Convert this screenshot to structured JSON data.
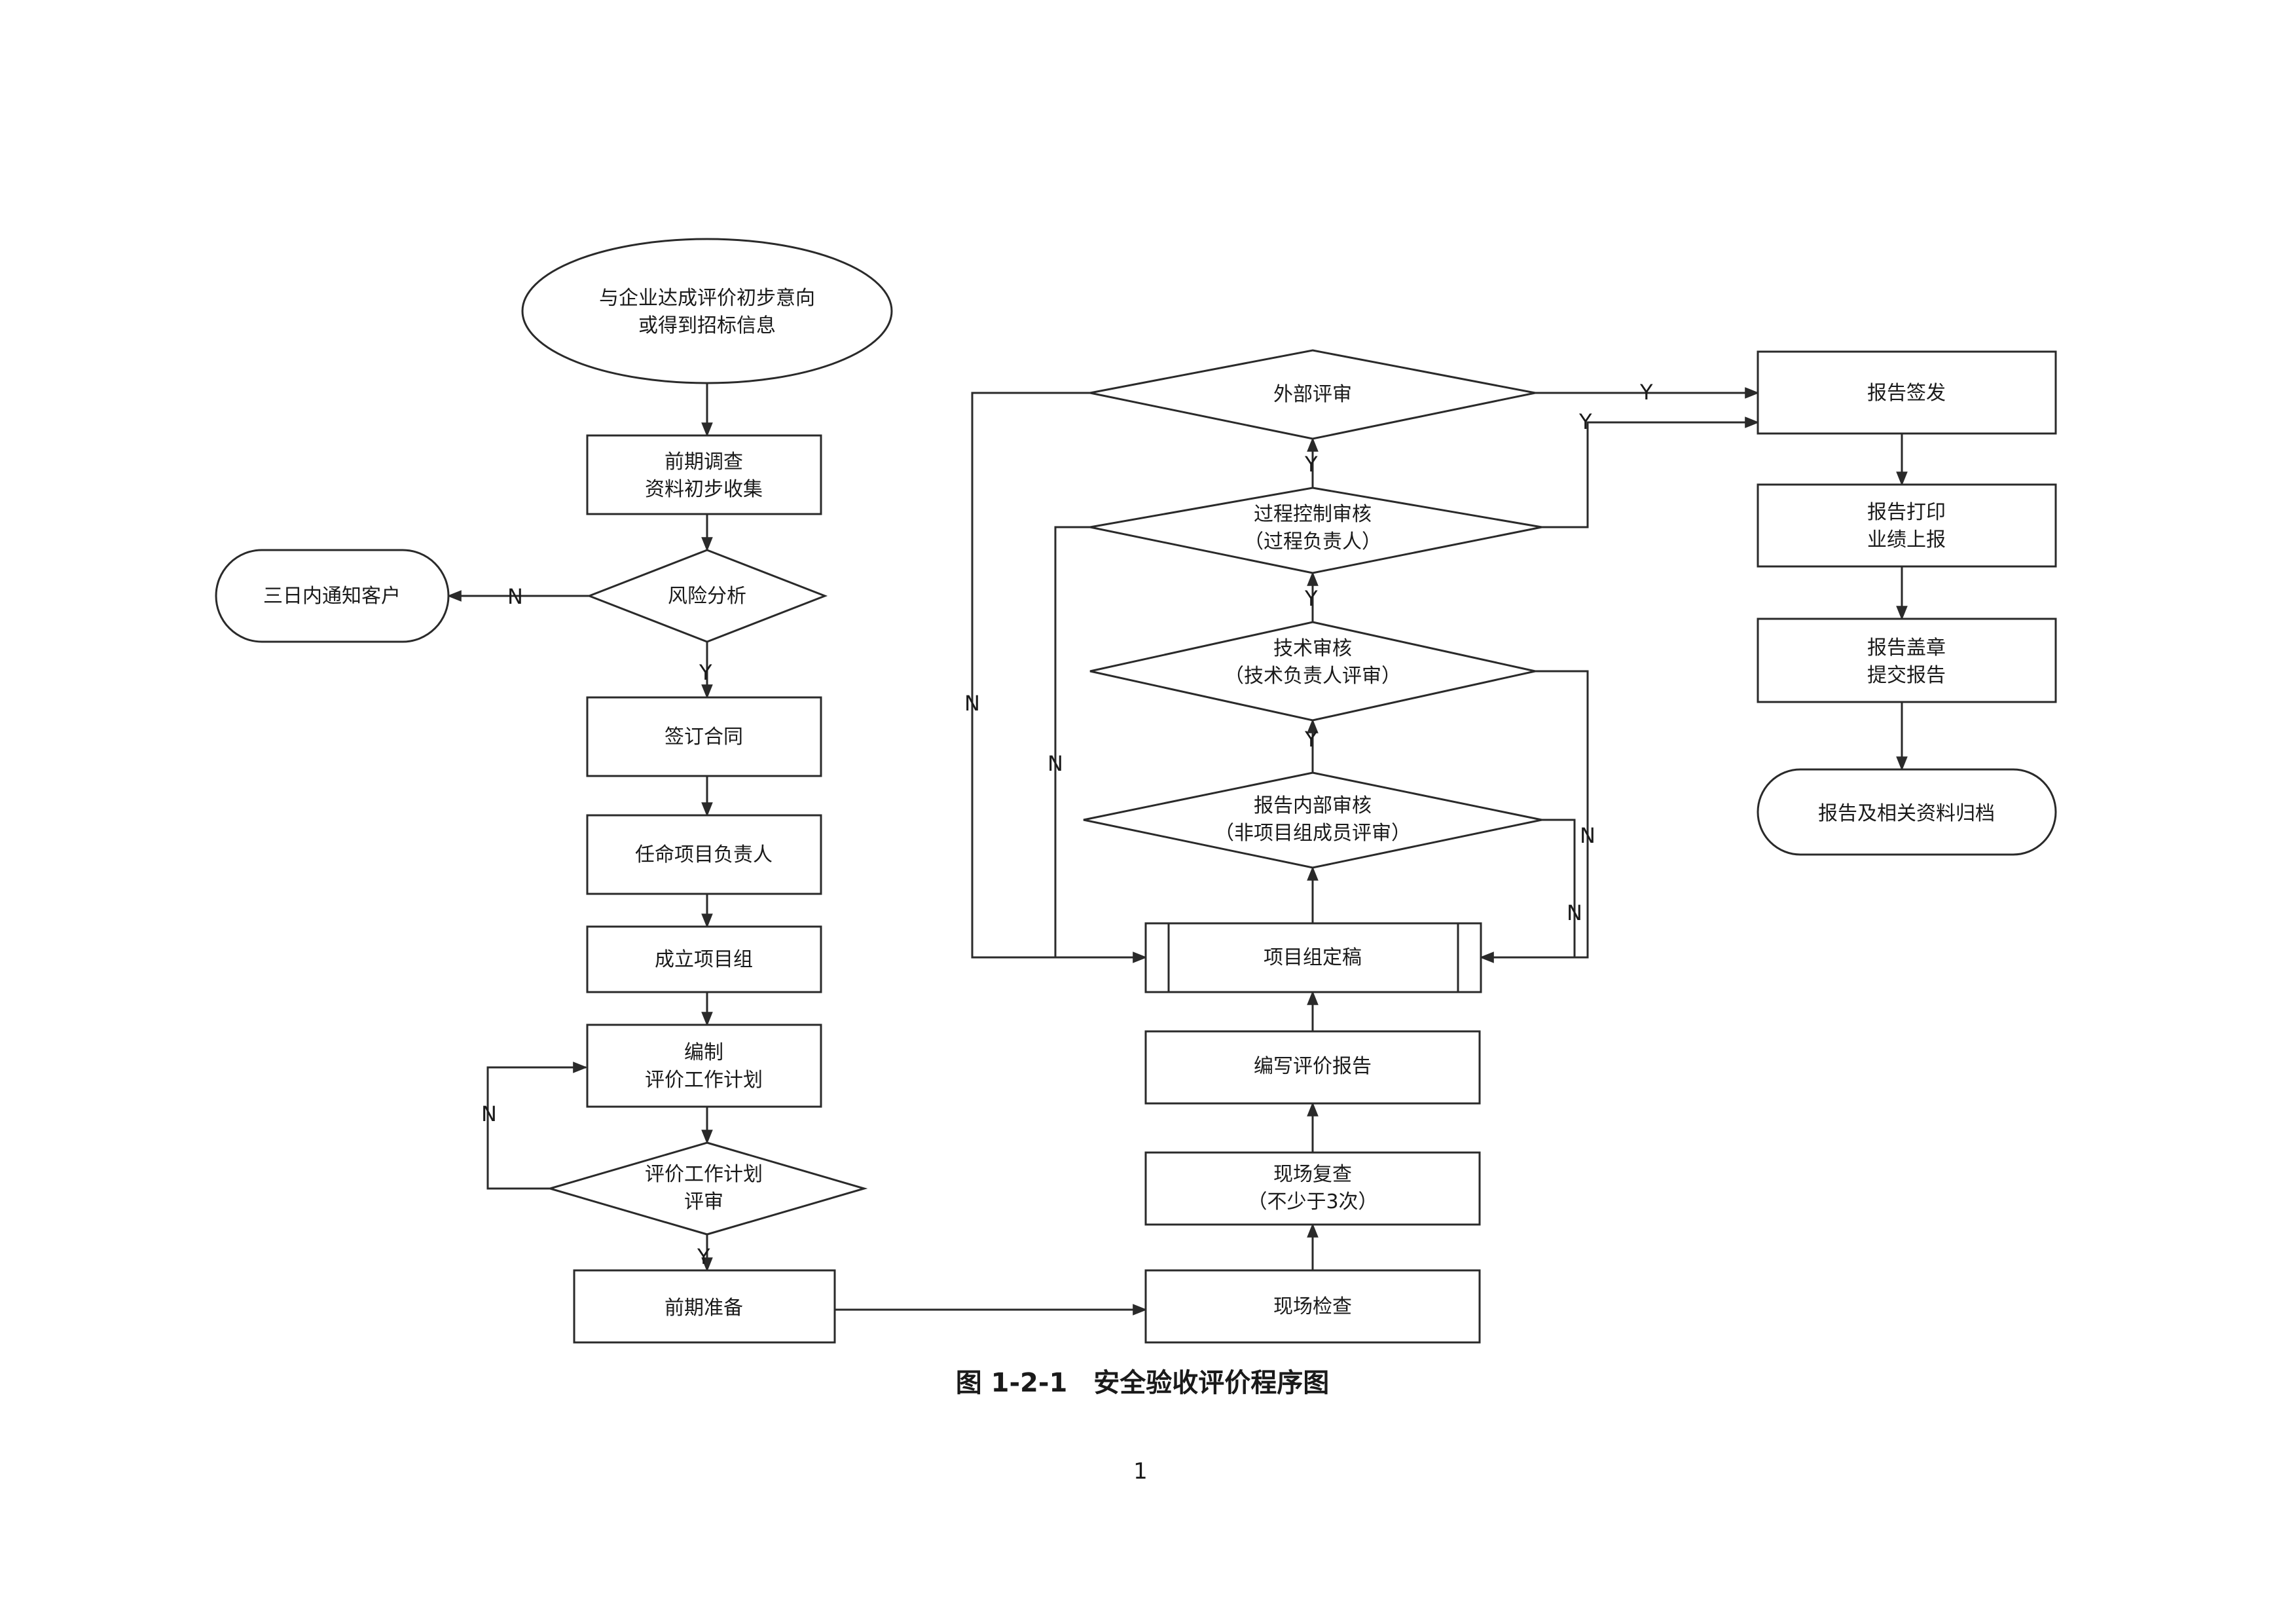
{
  "nodes": {
    "n_start": [
      "与企业达成评价初步意向",
      "或得到招标信息"
    ],
    "n_survey": [
      "前期调查",
      "资料初步收集"
    ],
    "n_notify": [
      "三日内通知客户"
    ],
    "n_risk": [
      "风险分析"
    ],
    "n_contract": [
      "签订合同"
    ],
    "n_appoint": [
      "任命项目负责人"
    ],
    "n_team": [
      "成立项目组"
    ],
    "n_plan": [
      "编制",
      "评价工作计划"
    ],
    "n_planreview": [
      "评价工作计划",
      "评审"
    ],
    "n_prep": [
      "前期准备"
    ],
    "n_inspect": [
      "现场检查"
    ],
    "n_recheck": [
      "现场复查",
      "（不少于3次）"
    ],
    "n_write": [
      "编写评价报告"
    ],
    "n_draft": [
      "项目组定稿"
    ],
    "n_internal": [
      "报告内部审核",
      "（非项目组成员评审）"
    ],
    "n_tech": [
      "技术审核",
      "（技术负责人评审）"
    ],
    "n_process": [
      "过程控制审核",
      "（过程负责人）"
    ],
    "n_external": [
      "外部评审"
    ],
    "n_issue": [
      "报告签发"
    ],
    "n_print": [
      "报告打印",
      "业绩上报"
    ],
    "n_seal": [
      "报告盖章",
      "提交报告"
    ],
    "n_archive": [
      "报告及相关资料归档"
    ]
  },
  "edge_labels": {
    "risk_no": "N",
    "risk_yes": "Y",
    "plan_no": "N",
    "plan_yes": "Y",
    "internal_yes": "Y",
    "tech_yes": "Y",
    "process_yes": "Y",
    "external_yes": "Y",
    "process_to_issue": "Y",
    "external_no": "N",
    "process_no": "N",
    "tech_no": "N",
    "internal_no": "N"
  },
  "caption": "图 1-2-1　安全验收评价程序图",
  "page_number": "1"
}
